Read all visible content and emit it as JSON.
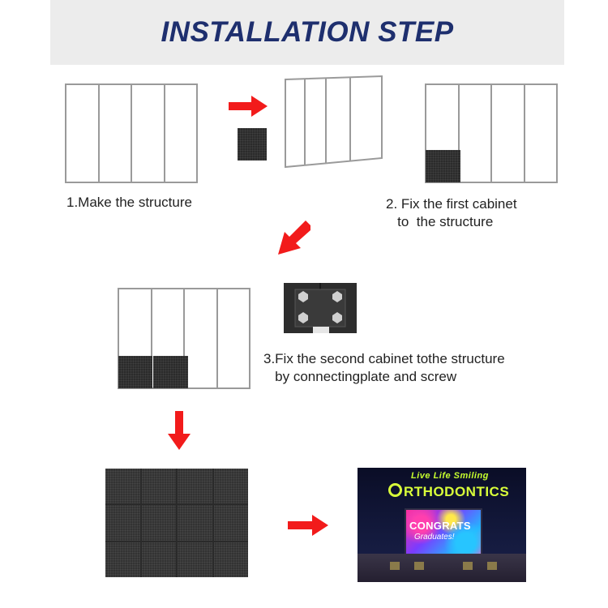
{
  "header": {
    "title": "INSTALLATION STEP"
  },
  "steps": {
    "step1": {
      "label": "1.Make the structure"
    },
    "step2": {
      "label": "2. Fix the first cabinet\n   to  the structure"
    },
    "step3": {
      "label": "3.Fix the second cabinet tothe structure\n   by connectingplate and screw"
    }
  },
  "photo": {
    "sign_top": "Live Life Smiling",
    "sign_main": "RTHODONTICS",
    "screen_text": "CONGRATS",
    "screen_sub": "Graduates!"
  },
  "colors": {
    "title": "#1e2f6e",
    "header_bg": "#ececec",
    "arrow": "#f21b1b",
    "frame": "#9a9a9a",
    "cabinet": "#2b2b2b"
  },
  "icons": [
    "right-arrow-icon",
    "down-left-arrow-icon",
    "down-arrow-icon"
  ]
}
